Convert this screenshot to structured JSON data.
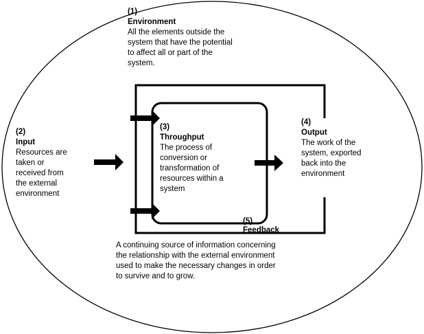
{
  "environment": {
    "number": "(1)",
    "title": "Environment",
    "description_lines": [
      "All the elements outside the",
      "system that have the potential",
      "to affect all or part of the",
      "system."
    ]
  },
  "input": {
    "number": "(2)",
    "title": "Input",
    "description_lines": [
      "Resources are",
      "taken or",
      "received from",
      "the external",
      "environment"
    ]
  },
  "throughput": {
    "number": "(3)",
    "title": "Throughput",
    "description_lines": [
      "The process of",
      "conversion or",
      "transformation of",
      "resources within a",
      "system"
    ]
  },
  "output": {
    "number": "(4)",
    "title": "Output",
    "description_lines": [
      "The work of the",
      "system, exported",
      "back into the",
      "environment"
    ]
  },
  "feedback": {
    "number": "(5)",
    "title": "Feedback",
    "description_lines": [
      "A continuing source of information concerning",
      "the relationship with the external environment",
      "used to make the necessary changes in order",
      "to survive and to grow."
    ]
  },
  "colors": {
    "ink": "#000000",
    "background": "#ffffff"
  }
}
